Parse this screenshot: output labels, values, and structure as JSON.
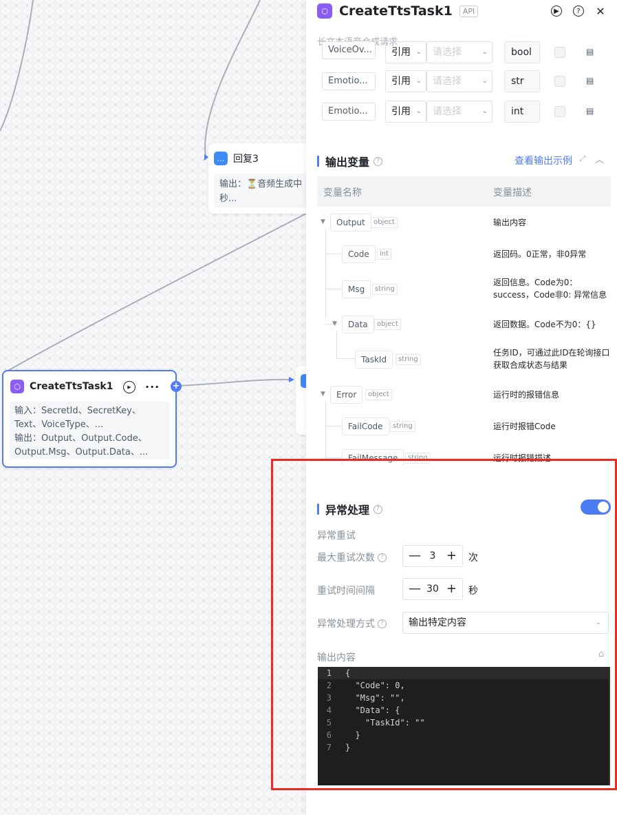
{
  "canvas": {
    "reply_node": {
      "title": "回复3",
      "body": "输出：⏳音频生成中秒..."
    },
    "tts_node": {
      "title": "CreateTtsTask1",
      "body_input": "输入：SecretId、SecretKey、Text、VoiceType、...",
      "body_output": "输出：Output、Output.Code、Output.Msg、Output.Data、..."
    }
  },
  "panel": {
    "title": "CreateTtsTask1",
    "tag": "API",
    "subtitle": "长文本语音合成请求",
    "input_rows": [
      {
        "name": "VoiceOv...",
        "ref": "引用",
        "placeholder": "请选择",
        "type": "bool"
      },
      {
        "name": "Emotio...",
        "ref": "引用",
        "placeholder": "请选择",
        "type": "str"
      },
      {
        "name": "Emotio...",
        "ref": "引用",
        "placeholder": "请选择",
        "type": "int"
      }
    ],
    "output_section": {
      "title": "输出变量",
      "example_link": "查看输出示例",
      "col_name": "变量名称",
      "col_desc": "变量描述",
      "rows": [
        {
          "name": "Output",
          "type": "object",
          "desc": "输出内容"
        },
        {
          "name": "Code",
          "type": "int",
          "desc": "返回码。0正常，非0异常"
        },
        {
          "name": "Msg",
          "type": "string",
          "desc": "返回信息。Code为0：success，Code非0: 异常信息"
        },
        {
          "name": "Data",
          "type": "object",
          "desc": "返回数据。Code不为0：{}"
        },
        {
          "name": "TaskId",
          "type": "string",
          "desc": "任务ID，可通过此ID在轮询接口获取合成状态与结果"
        },
        {
          "name": "Error",
          "type": "object",
          "desc": "运行时的报错信息"
        },
        {
          "name": "FailCode",
          "type": "string",
          "desc": "运行时报错Code"
        },
        {
          "name": "FailMessage",
          "type": "string",
          "desc": "运行时报错描述"
        }
      ]
    },
    "error_section": {
      "title": "异常处理",
      "toggle_on": true,
      "retry_label": "异常重试",
      "max_retry_label": "最大重试次数",
      "max_retry_value": "3",
      "max_retry_unit": "次",
      "interval_label": "重试时间间隔",
      "interval_value": "30",
      "interval_unit": "秒",
      "mode_label": "异常处理方式",
      "mode_value": "输出特定内容",
      "output_label": "输出内容"
    },
    "code_lines": [
      "{",
      "  \"Code\": 0,",
      "  \"Msg\": \"\",",
      "  \"Data\": {",
      "    \"TaskId\": \"\"",
      "  }",
      "}"
    ]
  },
  "colors": {
    "accent": "#4e7cf6",
    "highlight": "#ec2a1f"
  }
}
